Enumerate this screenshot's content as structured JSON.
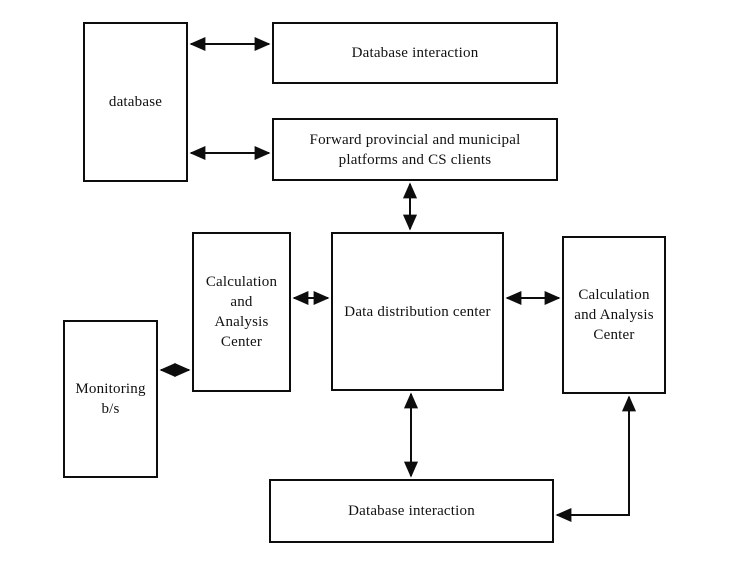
{
  "diagram": {
    "title": "data distribution architecture flowchart",
    "background_color": "#ffffff",
    "line_color": "#0d0d0d",
    "text_color": "#111111",
    "nodes": {
      "database": {
        "label": "database"
      },
      "db_interaction_top": {
        "label": "Database interaction"
      },
      "forward_platforms": {
        "label": [
          "Forward provincial and municipal",
          "platforms and CS clients"
        ]
      },
      "data_distribution_center": {
        "label": "Data distribution center"
      },
      "calc_analysis_left": {
        "label": [
          "Calculation",
          "and",
          "Analysis",
          "Center"
        ]
      },
      "monitoring_bs": {
        "label": [
          "Monitoring",
          "b/s"
        ]
      },
      "calc_analysis_right": {
        "label": [
          "Calculation",
          "and Analysis",
          "Center"
        ]
      },
      "db_interaction_bottom": {
        "label": "Database interaction"
      }
    },
    "edges": [
      {
        "from": "database",
        "to": "db_interaction_top",
        "direction": "bidirectional",
        "shape": "straight"
      },
      {
        "from": "database",
        "to": "forward_platforms",
        "direction": "bidirectional",
        "shape": "straight"
      },
      {
        "from": "forward_platforms",
        "to": "data_distribution_center",
        "direction": "bidirectional",
        "shape": "straight"
      },
      {
        "from": "calc_analysis_left",
        "to": "data_distribution_center",
        "direction": "bidirectional",
        "shape": "straight"
      },
      {
        "from": "monitoring_bs",
        "to": "calc_analysis_left",
        "direction": "bidirectional",
        "shape": "straight"
      },
      {
        "from": "data_distribution_center",
        "to": "calc_analysis_right",
        "direction": "bidirectional",
        "shape": "straight"
      },
      {
        "from": "data_distribution_center",
        "to": "db_interaction_bottom",
        "direction": "bidirectional",
        "shape": "straight"
      },
      {
        "from": "db_interaction_bottom",
        "to": "calc_analysis_right",
        "direction": "bidirectional",
        "shape": "elbow"
      }
    ]
  }
}
